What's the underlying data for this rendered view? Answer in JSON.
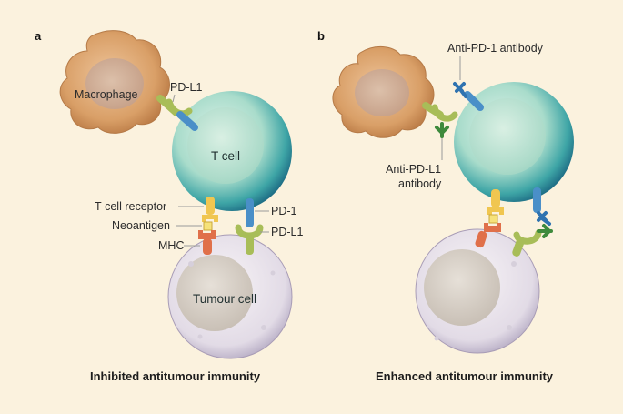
{
  "panels": {
    "a": {
      "letter": "a",
      "caption": "Inhibited antitumour immunity",
      "labels": {
        "macrophage": "Macrophage",
        "pdl1_top": "PD-L1",
        "tcell": "T cell",
        "tcell_receptor": "T-cell receptor",
        "neoantigen": "Neoantigen",
        "mhc": "MHC",
        "pd1": "PD-1",
        "pdl1_bottom": "PD-L1",
        "tumour": "Tumour cell"
      }
    },
    "b": {
      "letter": "b",
      "caption": "Enhanced antitumour immunity",
      "labels": {
        "anti_pd1": "Anti-PD-1 antibody",
        "anti_pdl1_line1": "Anti-PD-L1",
        "anti_pdl1_line2": "antibody"
      }
    }
  },
  "colors": {
    "background": "#fbf2de",
    "macrophage": "#d9a46e",
    "tcell": "#2d9aa0",
    "tumour": "#e6e0ea",
    "pd1": "#4a8fc8",
    "pdl1": "#a8bd58",
    "mhc": "#e0704a",
    "receptor": "#f0c650",
    "antibody": "#3e8a3c"
  }
}
